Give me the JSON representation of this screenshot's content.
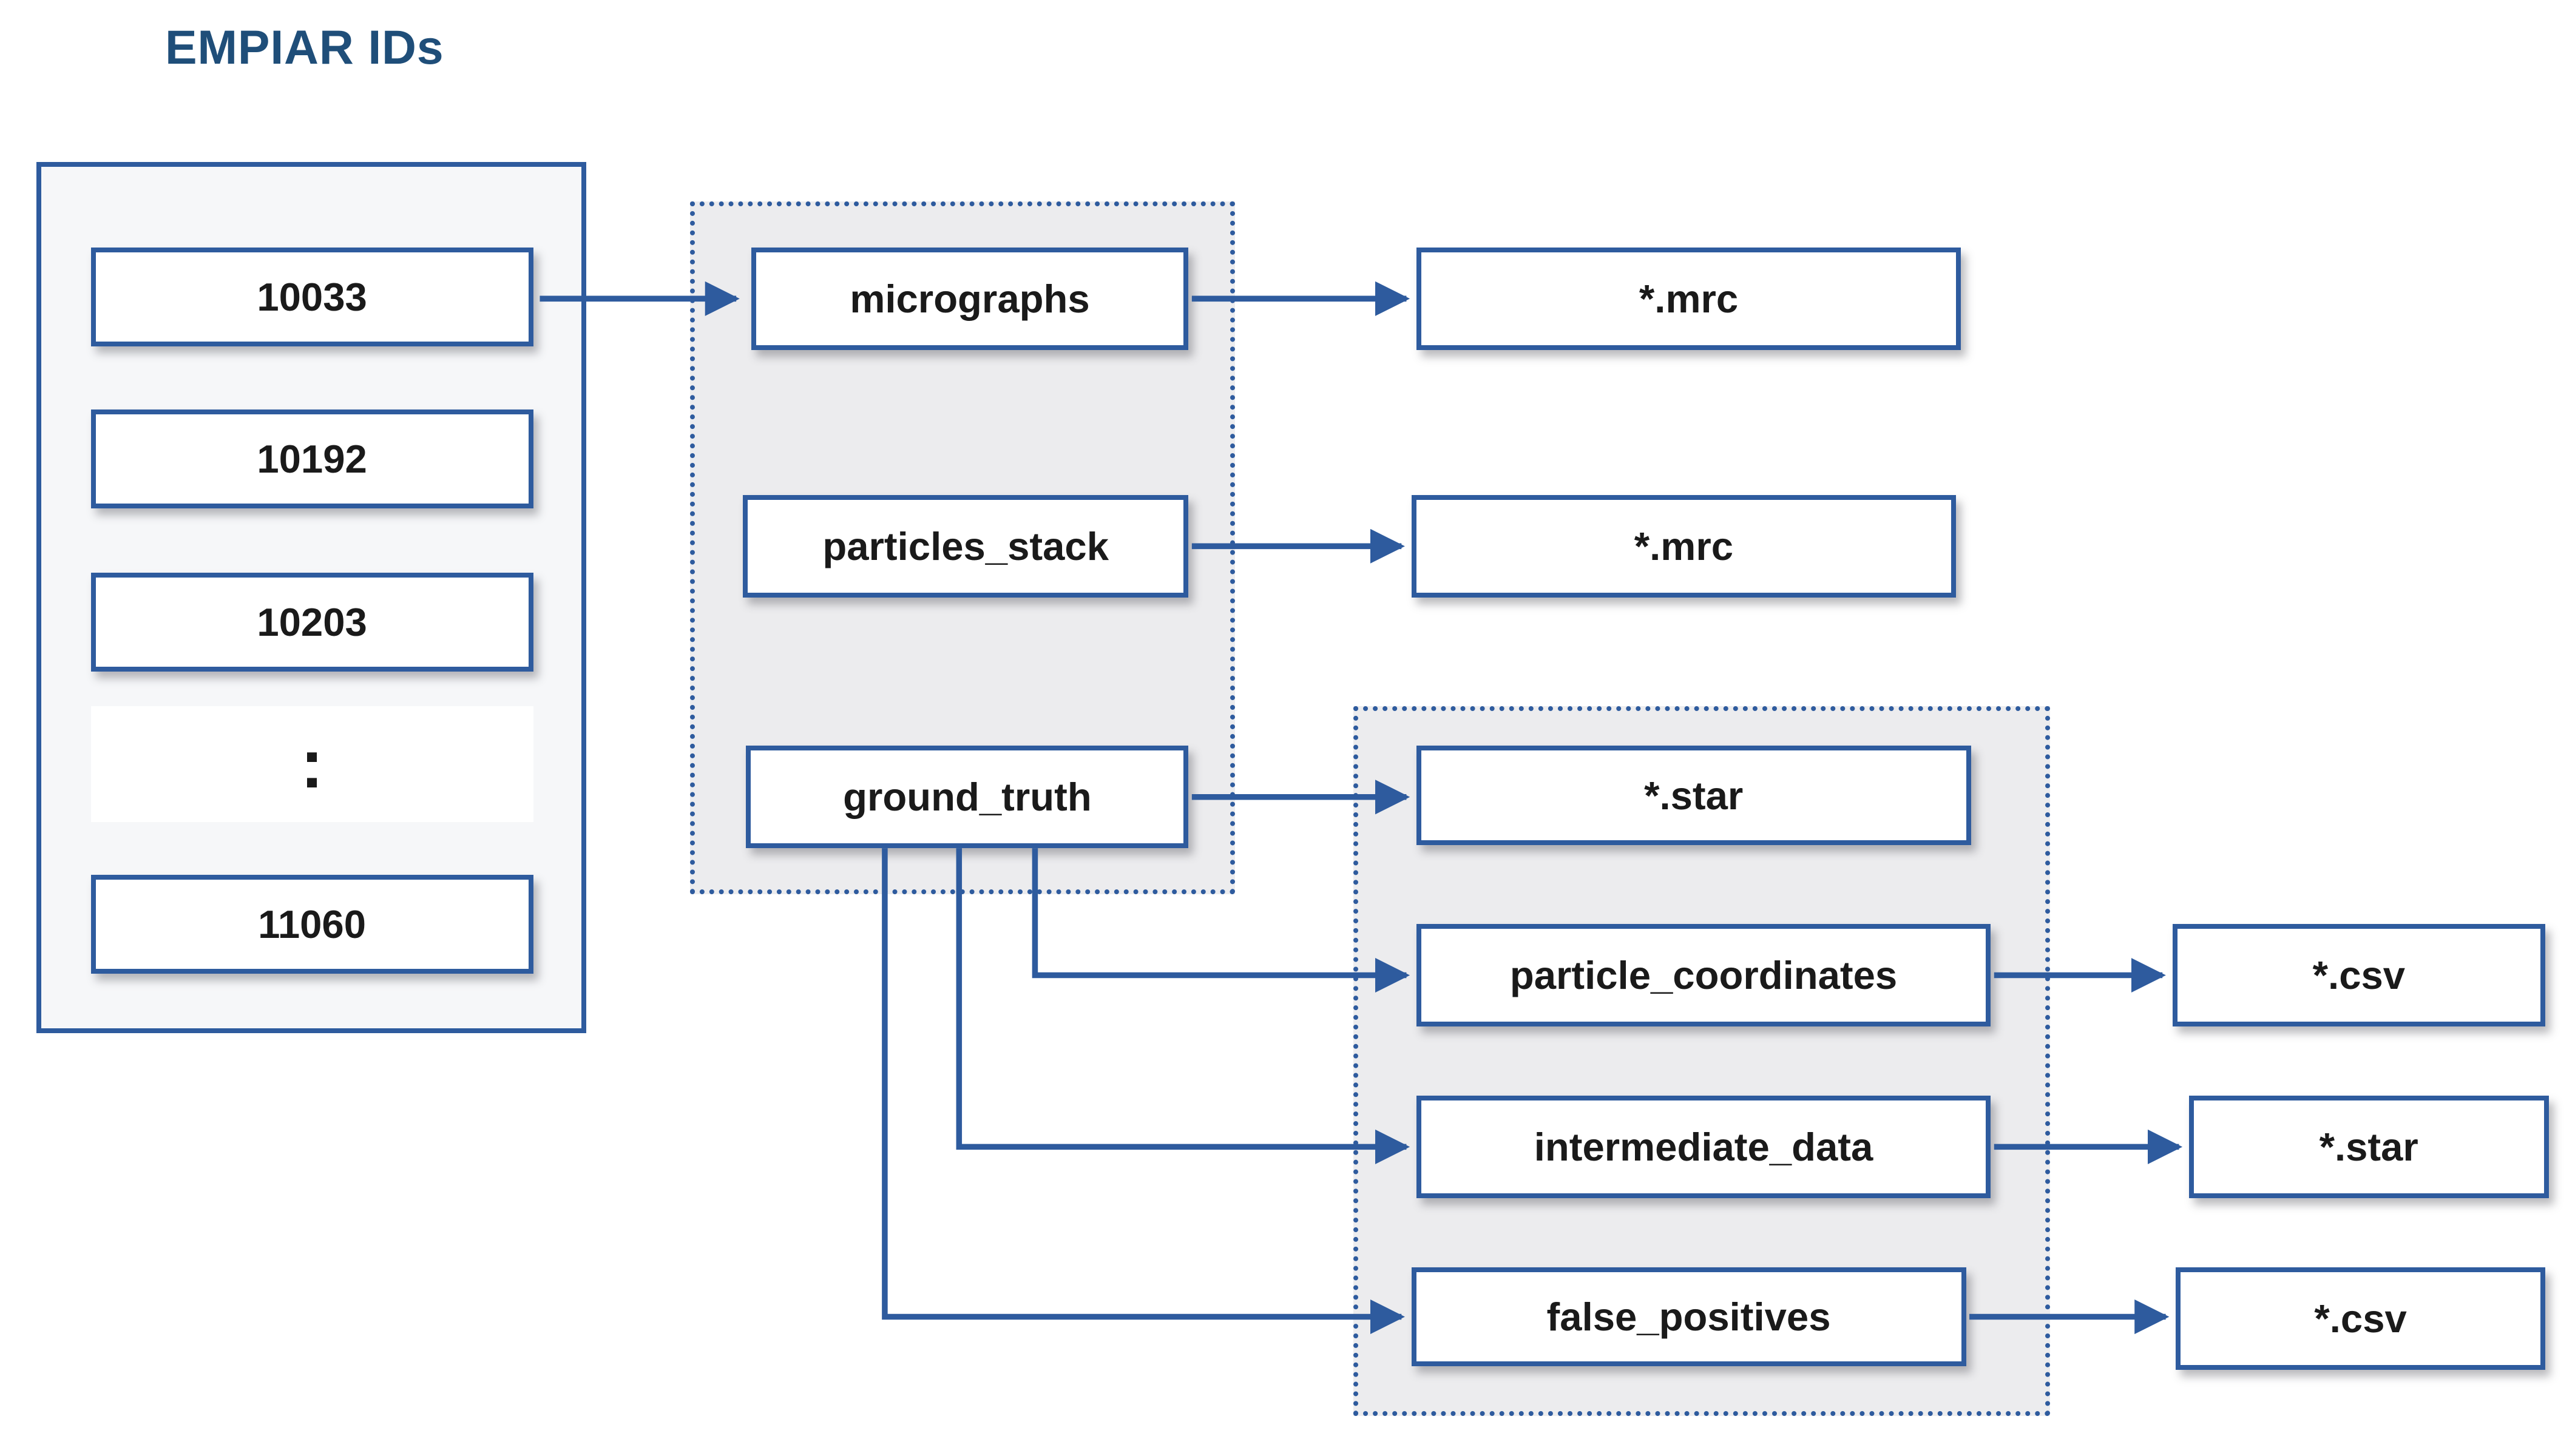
{
  "title": "EMPIAR IDs",
  "colors": {
    "accent_blue": "#2e5b9e",
    "title_blue": "#1f4e79",
    "box_fill": "#ffffff",
    "group_fill": "#ececee",
    "empiar_fill": "#f6f7f9",
    "text": "#1a1a1a"
  },
  "empiar_ids": {
    "items": [
      "10033",
      "10192",
      "10203",
      "11060"
    ],
    "ellipsis": ":"
  },
  "folders": {
    "micrographs": "micrographs",
    "particles_stack": "particles_stack",
    "ground_truth": "ground_truth",
    "particle_coordinates": "particle_coordinates",
    "intermediate_data": "intermediate_data",
    "false_positives": "false_positives"
  },
  "files": {
    "micrographs": "*.mrc",
    "particles_stack": "*.mrc",
    "ground_truth": "*.star",
    "particle_coordinates": "*.csv",
    "intermediate_data": "*.star",
    "false_positives": "*.csv"
  }
}
